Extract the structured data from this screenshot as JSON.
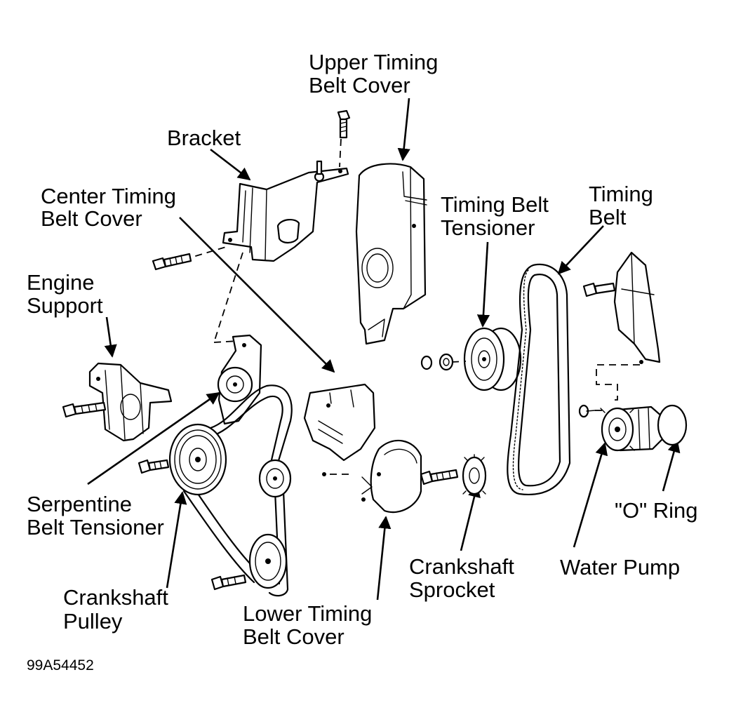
{
  "labels": {
    "upper_cover": [
      "Upper Timing",
      "Belt Cover"
    ],
    "bracket": "Bracket",
    "center_cover": [
      "Center Timing",
      "Belt Cover"
    ],
    "engine_support": [
      "Engine",
      "Support"
    ],
    "tensioner": [
      "Timing Belt",
      "Tensioner"
    ],
    "timing_belt": [
      "Timing",
      "Belt"
    ],
    "serpentine_tensioner": [
      "Serpentine",
      "Belt Tensioner"
    ],
    "crank_pulley": [
      "Crankshaft",
      "Pulley"
    ],
    "lower_cover": [
      "Lower Timing",
      "Belt Cover"
    ],
    "crank_sprocket": [
      "Crankshaft",
      "Sprocket"
    ],
    "water_pump": "Water Pump",
    "o_ring": "\"O\" Ring"
  },
  "figure_code": "99A54452"
}
